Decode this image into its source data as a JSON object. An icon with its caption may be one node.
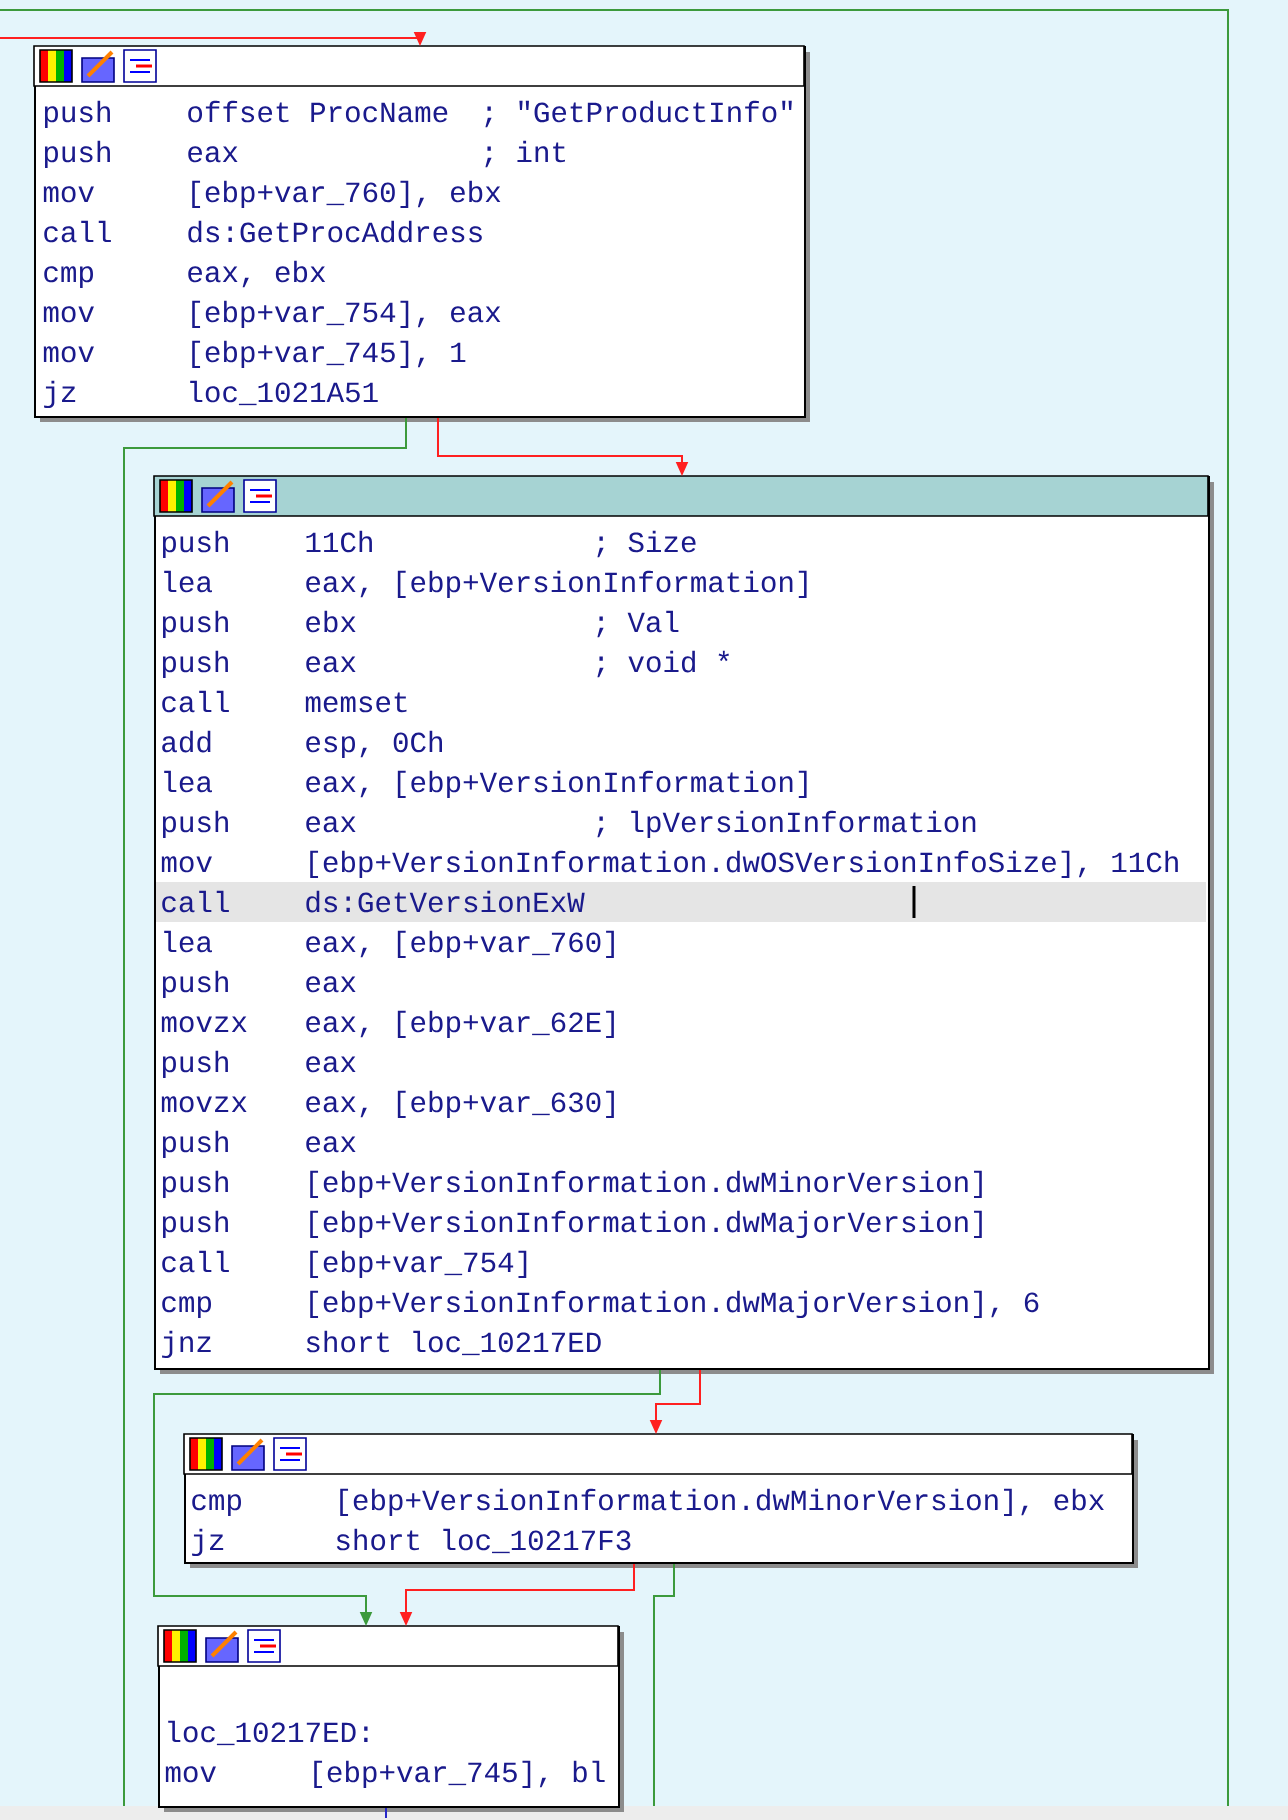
{
  "diagram": {
    "nodes": [
      {
        "text": [
          "push",
          "offset ProcName",
          "; \"GetProductInfo\"",
          "push",
          "eax",
          "; int",
          "mov",
          "[ebp+var_760], ebx",
          "call",
          "ds:GetProcAddress",
          "cmp",
          "eax, ebx",
          "mov",
          "[ebp+var_754], eax",
          "mov",
          "[ebp+var_745], 1",
          "jz",
          "loc_1021A51"
        ]
      },
      {
        "text": [
          "push",
          "11Ch",
          "; Size",
          "lea",
          "eax, [ebp+VersionInformation]",
          "push",
          "ebx",
          "; Val",
          "push",
          "eax",
          "; void *",
          "call",
          "memset",
          "add",
          "esp, 0Ch",
          "lea",
          "eax, [ebp+VersionInformation]",
          "push",
          "eax",
          "; lpVersionInformation",
          "mov",
          "[ebp+VersionInformation.dwOSVersionInfoSize], 11Ch",
          "call",
          "ds:GetVersionExW",
          "lea",
          "eax, [ebp+var_760]",
          "push",
          "eax",
          "movzx",
          "eax, [ebp+var_62E]",
          "push",
          "eax",
          "movzx",
          "eax, [ebp+var_630]",
          "push",
          "eax",
          "push",
          "[ebp+VersionInformation.dwMinorVersion]",
          "push",
          "[ebp+VersionInformation.dwMajorVersion]",
          "call",
          "[ebp+var_754]",
          "cmp",
          "[ebp+VersionInformation.dwMajorVersion], 6",
          "jnz",
          "short loc_10217ED"
        ]
      },
      {
        "text": [
          "cmp",
          "[ebp+VersionInformation.dwMinorVersion], ebx",
          "jz",
          "short loc_10217F3"
        ]
      },
      {
        "text": [
          "loc_10217ED:",
          "mov",
          "[ebp+var_745], bl"
        ]
      }
    ],
    "edges": [
      {
        "from": null,
        "to": 0,
        "arrow": "to",
        "color": "#ff2020"
      },
      {
        "from": 0,
        "to": 1,
        "arrow": "to",
        "color": "#ff2020"
      },
      {
        "from": 0,
        "to": null,
        "arrow": "none",
        "color": "#3c9a3c"
      },
      {
        "from": 1,
        "to": 2,
        "arrow": "to",
        "color": "#ff2020"
      },
      {
        "from": 1,
        "to": 3,
        "arrow": "to",
        "color": "#3c9a3c"
      },
      {
        "from": 2,
        "to": 3,
        "arrow": "to",
        "color": "#ff2020"
      },
      {
        "from": 2,
        "to": null,
        "arrow": "none",
        "color": "#3c9a3c"
      },
      {
        "from": 3,
        "to": null,
        "arrow": "none",
        "color": "#2828c8"
      }
    ]
  }
}
